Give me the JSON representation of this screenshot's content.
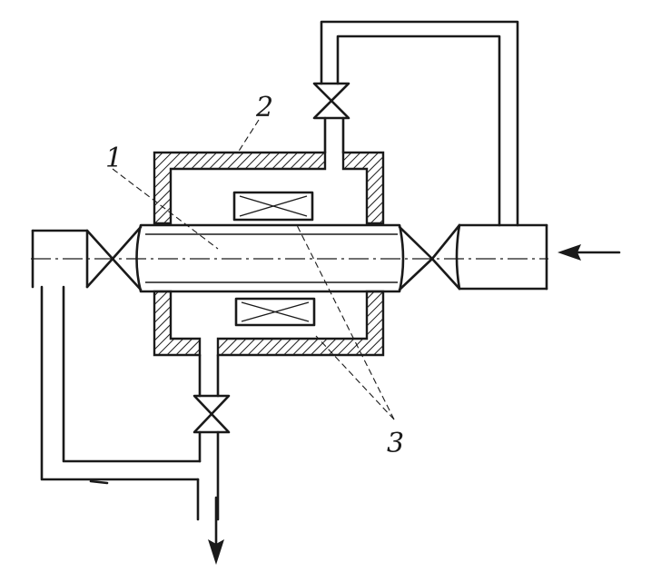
{
  "labels": {
    "tube": "1",
    "housing": "2",
    "coils": "3"
  },
  "colors": {
    "ink": "#1a1a1a",
    "paper": "#ffffff"
  }
}
